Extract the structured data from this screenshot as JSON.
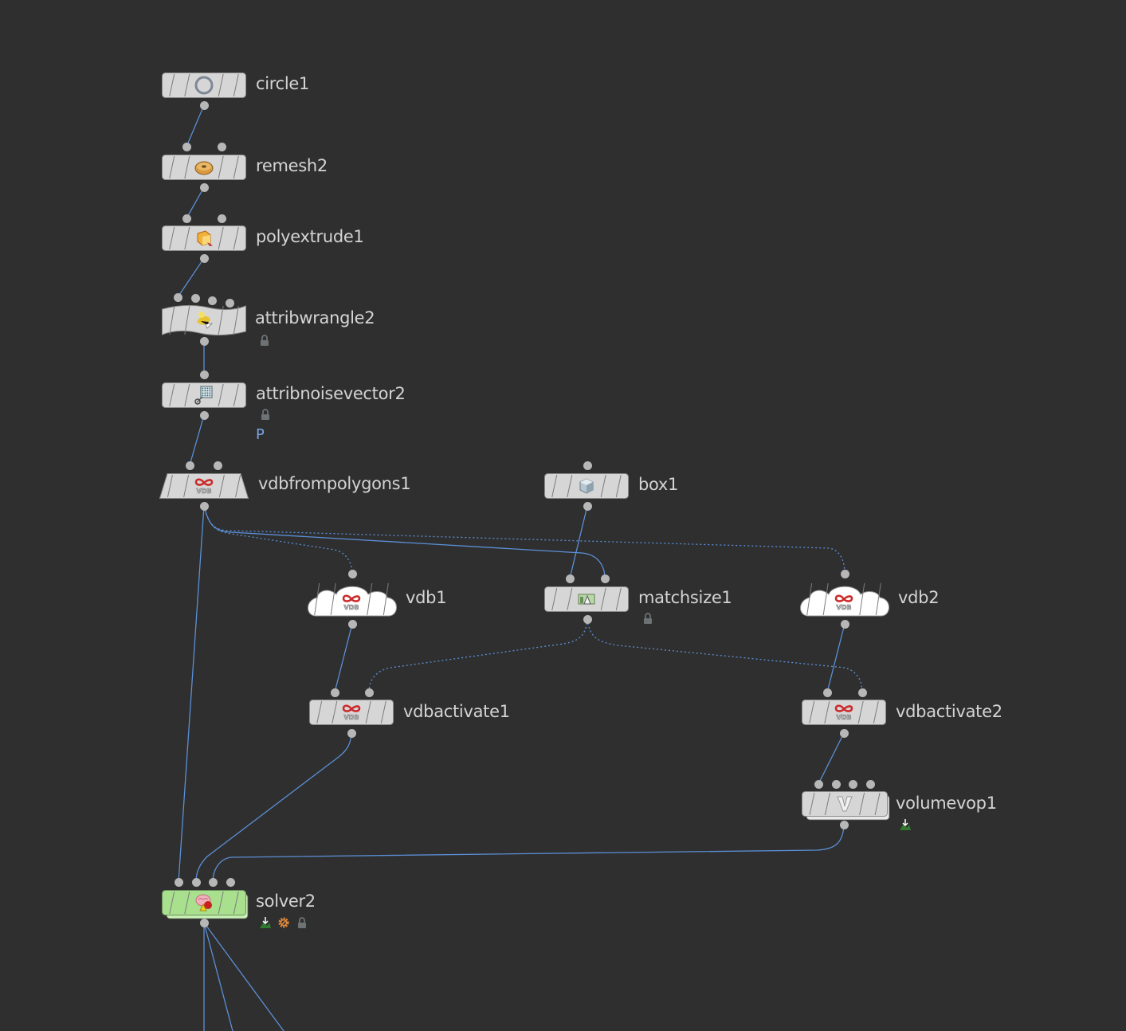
{
  "network": {
    "background": "#2f2f2f",
    "wire_color": "#5b8fd6",
    "nodes": [
      {
        "id": "circle1",
        "name": "circle1",
        "shape": "rect",
        "icon": "circle-icon"
      },
      {
        "id": "remesh2",
        "name": "remesh2",
        "shape": "rect",
        "icon": "donut-icon"
      },
      {
        "id": "polyextrude1",
        "name": "polyextrude1",
        "shape": "rect",
        "icon": "extrude-icon"
      },
      {
        "id": "attribwrangle2",
        "name": "attribwrangle2",
        "shape": "wave",
        "icon": "wrangle-icon",
        "badges": [
          "lock-icon"
        ]
      },
      {
        "id": "attribnoisevector2",
        "name": "attribnoisevector2",
        "shape": "rect",
        "icon": "noise-icon",
        "badges": [
          "lock-icon"
        ],
        "extra_text": "P"
      },
      {
        "id": "vdbfrompolygons1",
        "name": "vdbfrompolygons1",
        "shape": "trapezoid",
        "icon": "vdb-icon"
      },
      {
        "id": "box1",
        "name": "box1",
        "shape": "rect",
        "icon": "box-icon"
      },
      {
        "id": "vdb1",
        "name": "vdb1",
        "shape": "cloud",
        "icon": "vdb-icon"
      },
      {
        "id": "matchsize1",
        "name": "matchsize1",
        "shape": "rect",
        "icon": "matchsize-icon",
        "badges": [
          "lock-icon"
        ]
      },
      {
        "id": "vdb2",
        "name": "vdb2",
        "shape": "cloud",
        "icon": "vdb-icon"
      },
      {
        "id": "vdbactivate1",
        "name": "vdbactivate1",
        "shape": "rect",
        "icon": "vdb-icon"
      },
      {
        "id": "vdbactivate2",
        "name": "vdbactivate2",
        "shape": "rect",
        "icon": "vdb-icon"
      },
      {
        "id": "volumevop1",
        "name": "volumevop1",
        "shape": "rect-stacked",
        "icon": "vop-icon",
        "badges": [
          "compiled-icon"
        ]
      },
      {
        "id": "solver2",
        "name": "solver2",
        "shape": "rect-stacked-green",
        "icon": "solver-icon",
        "badges": [
          "compiled-icon",
          "gear-icon",
          "lock-icon"
        ]
      }
    ],
    "vdb_text": "VDB"
  }
}
